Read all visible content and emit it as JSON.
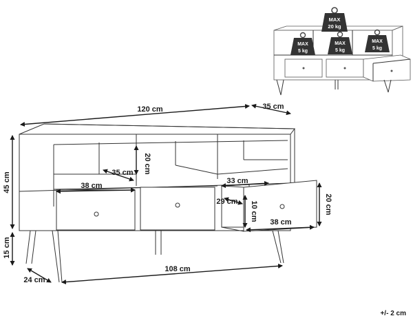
{
  "dimensions": {
    "width": "120 cm",
    "depth": "35 cm",
    "height": "45 cm",
    "leg_height": "15 cm",
    "leg_depth": "24 cm",
    "leg_span": "108 cm",
    "shelf_height": "20 cm",
    "shelf_depth": "35 cm",
    "shelf_width": "38 cm",
    "drawer_top_width": "33 cm",
    "drawer_front_height": "20 cm",
    "drawer_depth": "29 cm",
    "drawer_inner_height": "10 cm",
    "drawer_front_width": "38 cm"
  },
  "load_limits": {
    "max_label": "MAX",
    "top": "20 kg",
    "shelf_left": "5 kg",
    "shelf_middle": "5 kg",
    "shelf_right": "5 kg"
  },
  "tolerance": "+/- 2 cm"
}
